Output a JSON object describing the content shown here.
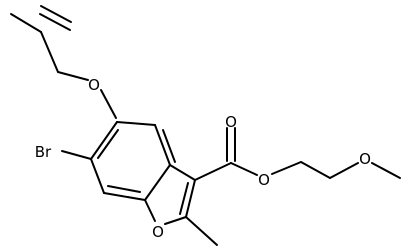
{
  "molecule": {
    "atom_labels": {
      "bromine": "Br",
      "ether_oxygen": "O",
      "furan_oxygen": "O",
      "carbonyl_oxygen": "O",
      "ester_oxygen": "O",
      "methoxy_oxygen": "O"
    },
    "colors": {
      "bond": "#000000",
      "label": "#000000",
      "background": "#ffffff"
    }
  }
}
